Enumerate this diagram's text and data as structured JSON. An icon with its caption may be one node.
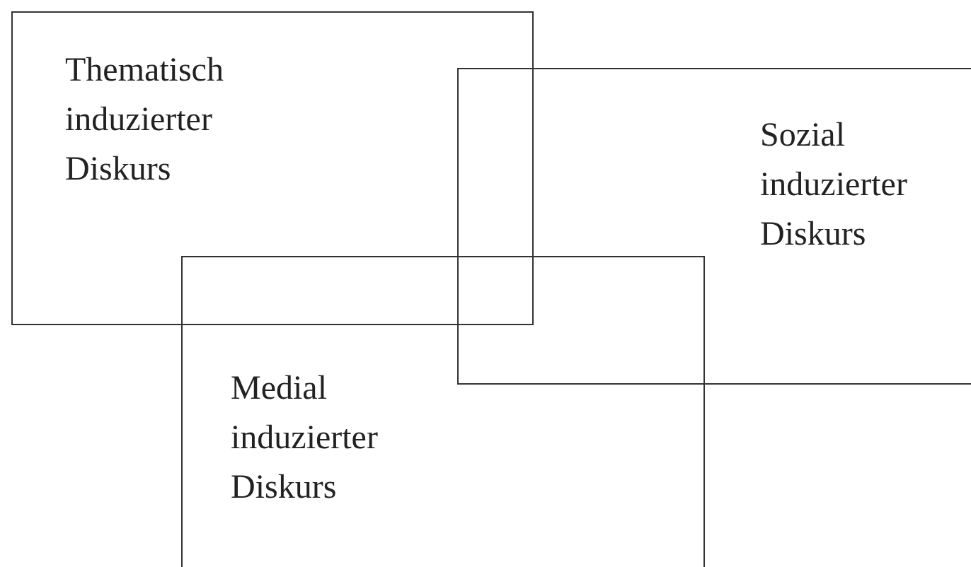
{
  "diagram": {
    "nodes": [
      {
        "text": [
          "Thematisch induzierter Diskurs"
        ]
      },
      {
        "text": [
          "Sozial induzierter Diskurs"
        ]
      },
      {
        "text": [
          "Medial induzierter Diskurs"
        ]
      }
    ]
  }
}
